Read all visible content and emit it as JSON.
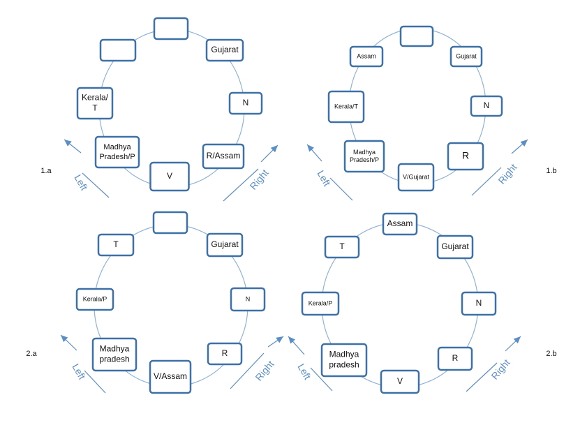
{
  "directions": {
    "left": "Left",
    "right": "Right"
  },
  "arrangements": [
    {
      "label": "1.a",
      "seats": [
        {
          "lines": [
            ""
          ]
        },
        {
          "lines": [
            "Gujarat"
          ]
        },
        {
          "lines": [
            "N"
          ]
        },
        {
          "lines": [
            "R/Assam"
          ]
        },
        {
          "lines": [
            "V"
          ]
        },
        {
          "lines": [
            "Madhya",
            "Pradesh/P"
          ]
        },
        {
          "lines": [
            "Kerala/",
            "T"
          ]
        },
        {
          "lines": [
            ""
          ]
        }
      ]
    },
    {
      "label": "1.b",
      "seats": [
        {
          "lines": [
            ""
          ]
        },
        {
          "lines": [
            "Gujarat"
          ]
        },
        {
          "lines": [
            "N"
          ]
        },
        {
          "lines": [
            "R"
          ]
        },
        {
          "lines": [
            "V/Gujarat"
          ]
        },
        {
          "lines": [
            "Madhya",
            "Pradesh/P"
          ]
        },
        {
          "lines": [
            "Kerala/T"
          ]
        },
        {
          "lines": [
            "Assam"
          ]
        }
      ]
    },
    {
      "label": "2.a",
      "seats": [
        {
          "lines": [
            ""
          ]
        },
        {
          "lines": [
            "Gujarat"
          ]
        },
        {
          "lines": [
            "N"
          ]
        },
        {
          "lines": [
            "R"
          ]
        },
        {
          "lines": [
            "V/Assam"
          ]
        },
        {
          "lines": [
            "Madhya",
            "pradesh"
          ]
        },
        {
          "lines": [
            "Kerala/P"
          ]
        },
        {
          "lines": [
            "T"
          ]
        }
      ]
    },
    {
      "label": "2.b",
      "seats": [
        {
          "lines": [
            "Assam"
          ]
        },
        {
          "lines": [
            "Gujarat"
          ]
        },
        {
          "lines": [
            "N"
          ]
        },
        {
          "lines": [
            "R"
          ]
        },
        {
          "lines": [
            "V"
          ]
        },
        {
          "lines": [
            "Madhya",
            "pradesh"
          ]
        },
        {
          "lines": [
            "Kerala/P"
          ]
        },
        {
          "lines": [
            "T"
          ]
        }
      ]
    }
  ]
}
